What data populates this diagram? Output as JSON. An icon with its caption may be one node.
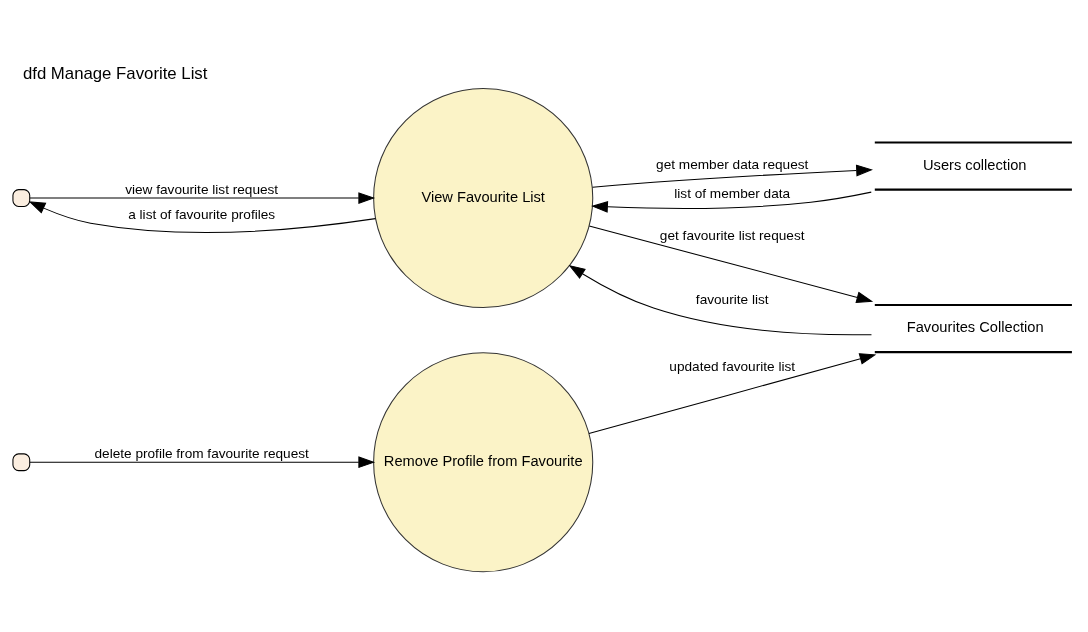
{
  "diagram": {
    "title": "dfd Manage Favorite List",
    "nodes": [
      {
        "text": [],
        "shape": "box"
      },
      {
        "text": [
          "View Favourite List"
        ]
      },
      {
        "text": [
          "Users collection"
        ]
      },
      {
        "text": [
          "Favourites Collection"
        ]
      },
      {
        "text": [],
        "shape": "box"
      },
      {
        "text": [
          "Remove Profile from Favourite"
        ]
      }
    ],
    "edges": [
      {
        "from": 0,
        "to": 1,
        "arrow": "to",
        "label": "view favourite list request"
      },
      {
        "from": 1,
        "to": 0,
        "arrow": "to",
        "label": "a list of favourite profiles"
      },
      {
        "from": 2,
        "to": 1,
        "arrow": "to",
        "label": "list of member data"
      },
      {
        "from": 1,
        "to": 2,
        "arrow": "to",
        "label": "get member data request"
      },
      {
        "from": 1,
        "to": 3,
        "arrow": "to",
        "label": "get favourite list request"
      },
      {
        "from": 3,
        "to": 1,
        "arrow": "to",
        "label": "favourite list"
      },
      {
        "from": 4,
        "to": 5,
        "arrow": "to",
        "label": "delete profile from favourite request"
      },
      {
        "from": 5,
        "to": 3,
        "arrow": "to",
        "label": "updated favourite list"
      }
    ]
  }
}
